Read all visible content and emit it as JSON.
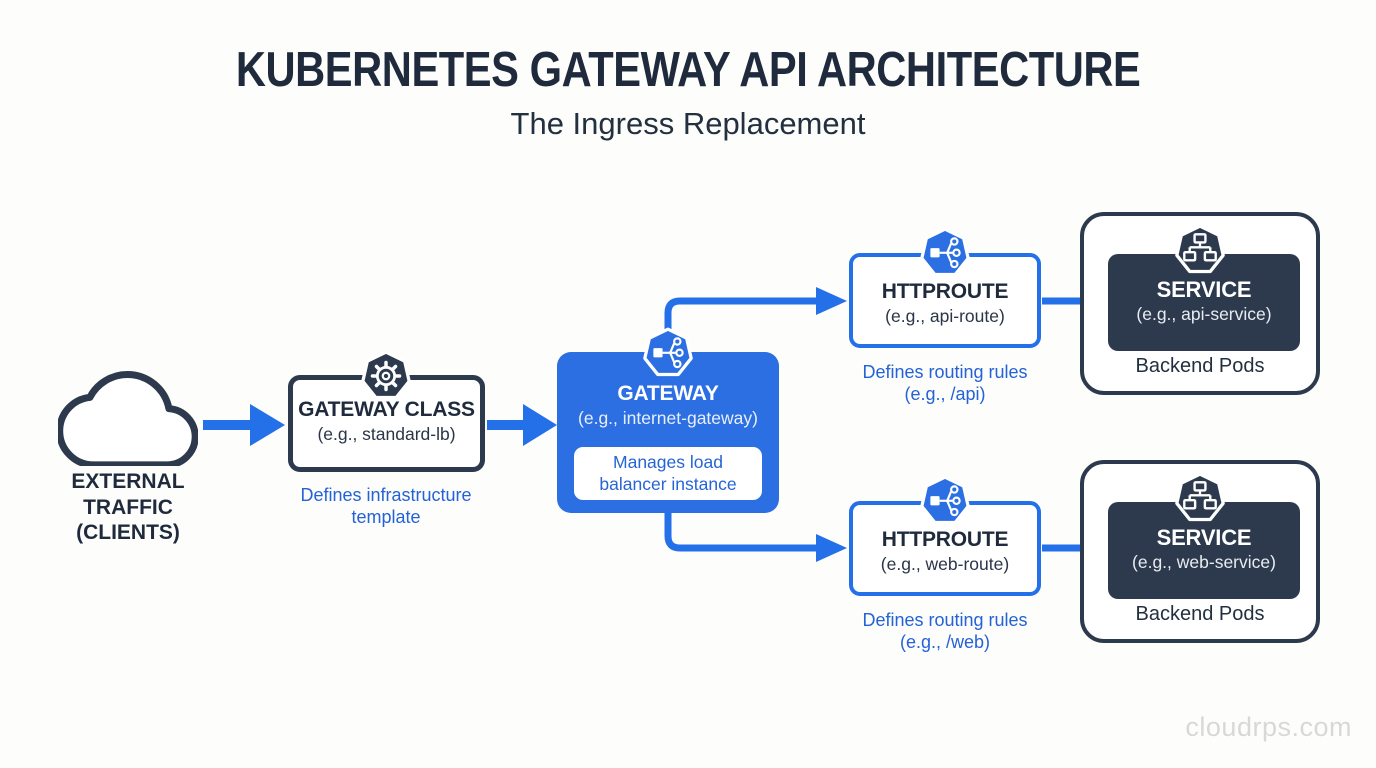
{
  "header": {
    "title": "KUBERNETES GATEWAY API ARCHITECTURE",
    "subtitle": "The Ingress Replacement"
  },
  "external": {
    "line1": "EXTERNAL",
    "line2": "TRAFFIC",
    "line3": "(CLIENTS)"
  },
  "gateway_class": {
    "title": "GATEWAY CLASS",
    "example": "(e.g., standard-lb)",
    "caption1": "Defines infrastructure",
    "caption2": "template",
    "icon": "gear-icon"
  },
  "gateway": {
    "title": "GATEWAY",
    "example": "(e.g., internet-gateway)",
    "note1": "Manages load",
    "note2": "balancer instance",
    "icon": "route-icon"
  },
  "httproute_api": {
    "title": "HTTPROUTE",
    "example": "(e.g., api-route)",
    "caption1": "Defines routing rules",
    "caption2": "(e.g., /api)",
    "icon": "route-icon"
  },
  "httproute_web": {
    "title": "HTTPROUTE",
    "example": "(e.g., web-route)",
    "caption1": "Defines routing rules",
    "caption2": "(e.g., /web)",
    "icon": "route-icon"
  },
  "service_api": {
    "title": "SERVICE",
    "example": "(e.g., api-service)",
    "footer": "Backend Pods",
    "icon": "sitemap-icon"
  },
  "service_web": {
    "title": "SERVICE",
    "example": "(e.g., web-service)",
    "footer": "Backend Pods",
    "icon": "sitemap-icon"
  },
  "watermark": "cloudrps.com",
  "colors": {
    "blue_fill": "#2b6fe2",
    "blue_arrow": "#2470e8",
    "blue_text": "#2462d6",
    "navy": "#2d3a4d",
    "title_navy": "#1f2b3c",
    "background": "#fdfdfc"
  }
}
